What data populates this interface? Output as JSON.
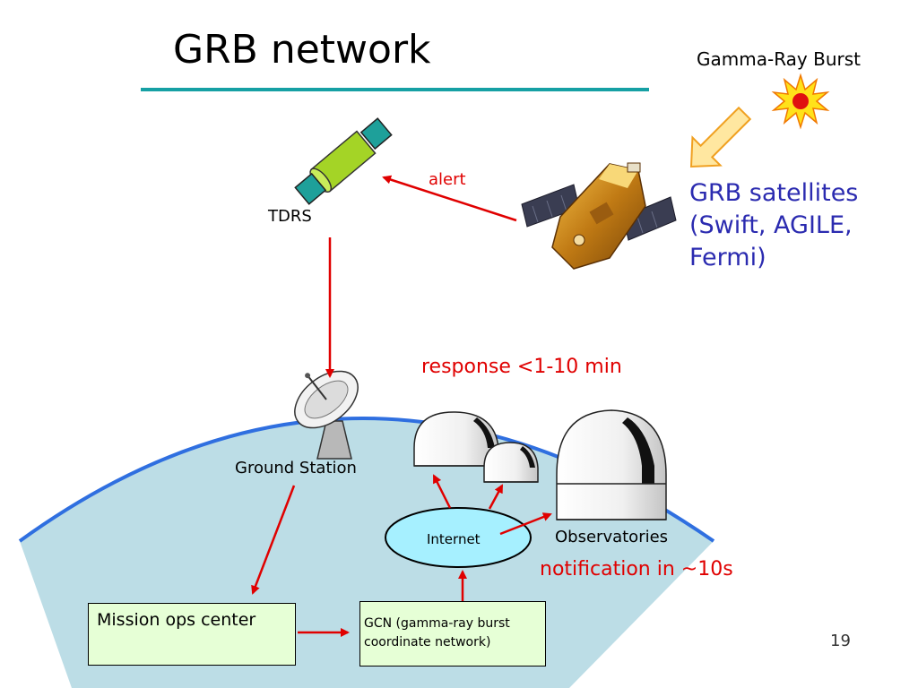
{
  "title": "GRB network",
  "grb_label": "Gamma-Ray Burst",
  "satellites_label": "GRB satellites\n(Swift, AGILE,\nFermi)",
  "alert_label": "alert",
  "tdrs_label": "TDRS",
  "response_label": "response <1-10 min",
  "ground_station_label": "Ground Station",
  "internet_label": "Internet",
  "observatories_label": "Observatories",
  "notification_label": "notification in ~10s",
  "mission_ops_label": "Mission ops center",
  "gcn_label": "GCN (gamma-ray burst coordinate network)",
  "page_number": "19",
  "colors": {
    "accent_line": "#16a0a4",
    "arrow": "#e00000",
    "earth_fill": "#bcdde6",
    "earth_edge": "#2f6fe0",
    "satellite_label": "#2b2bb0",
    "box_fill": "#e6ffd6",
    "internet_fill": "#a6f0ff"
  }
}
